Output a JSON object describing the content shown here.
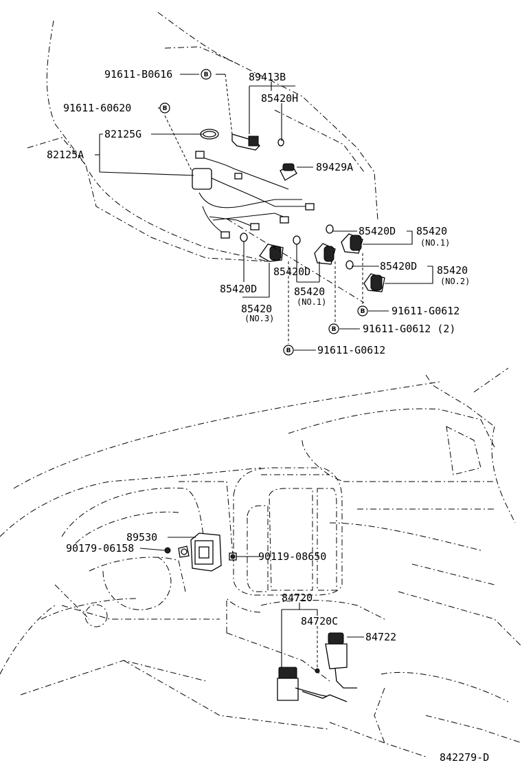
{
  "diagram": {
    "id_code": "842279-D",
    "upper_callouts": {
      "bolt_89413b": "91611-B0616",
      "bolt_82125g": "91611-60620",
      "bracket": "89413B",
      "switch_cover": "85420H",
      "clamp": "82125G",
      "harness": "82125A",
      "sensor": "89429A",
      "relay_no1_cap_right": "85420D",
      "relay_no1_right": "85420",
      "relay_no1_right_sub": "(NO.1)",
      "relay_no2_cap": "85420D",
      "relay_no2": "85420",
      "relay_no2_sub": "(NO.2)",
      "relay_no3_cap": "85420D",
      "relay_no3_cap_lower": "85420D",
      "relay_no1_center": "85420",
      "relay_no1_center_sub": "(NO.1)",
      "relay_no3": "85420",
      "relay_no3_sub": "(NO.3)",
      "bolt_a": "91611-G0612",
      "bolt_b": "91611-G0612 (2)",
      "bolt_c": "91611-G0612"
    },
    "lower_callouts": {
      "ecu": "89530",
      "screw_left": "90179-06158",
      "screw_right": "90119-08650",
      "switch_assy": "84720",
      "switch_sub": "84720C",
      "knob": "84722"
    },
    "bolt_symbol": "B"
  }
}
